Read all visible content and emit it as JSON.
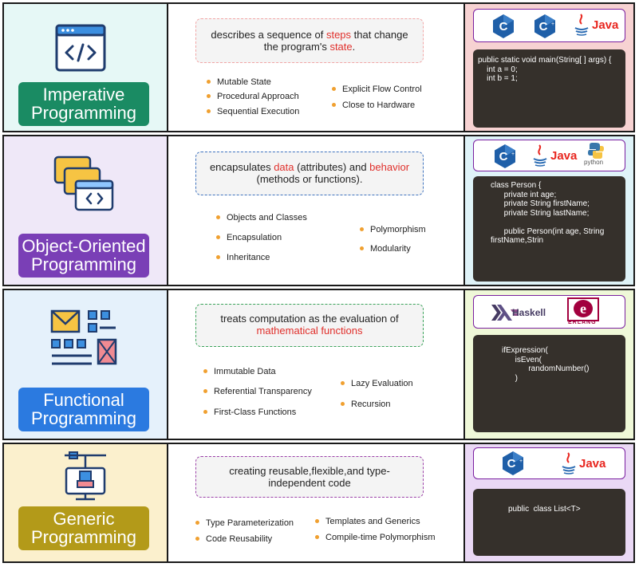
{
  "colors": {
    "imperative_bg": "#e6f8f6",
    "imperative_badge": "#1a8b63",
    "imperative_code_bg": "#f7d2d2",
    "oop_bg": "#efe8f8",
    "oop_badge": "#7a3fb6",
    "oop_code_bg": "#dff3f8",
    "functional_bg": "#e5f1fb",
    "functional_badge": "#2b7ae0",
    "functional_code_bg": "#eff8d8",
    "generic_bg": "#fbf0cd",
    "generic_badge": "#b39a19",
    "generic_code_bg": "#ead8f5",
    "highlight": "#e0302c",
    "bullet": "#f0a030"
  },
  "rows": [
    {
      "title": "Imperative Programming",
      "icon": "code-window-icon",
      "desc_parts": [
        "describes a sequence of ",
        "steps",
        " that change the program's ",
        "state",
        "."
      ],
      "bullets_left": [
        "Mutable State",
        "Procedural Approach",
        "Sequential Execution"
      ],
      "bullets_right": [
        "Explicit Flow Control",
        "Close to Hardware"
      ],
      "logos": [
        "c-logo",
        "cpp-logo",
        "java-logo"
      ],
      "java_label": "Java",
      "code": "public static void main(String[ ] args) {\n    int a = 0;\n    int b = 1;"
    },
    {
      "title": "Object-Oriented Programming",
      "icon": "stacked-windows-icon",
      "desc_parts": [
        "encapsulates ",
        "data",
        " (attributes) and ",
        "behavior",
        " (methods or functions)."
      ],
      "bullets_left": [
        "Objects and Classes",
        "Encapsulation",
        "Inheritance"
      ],
      "bullets_right": [
        "Polymorphism",
        "Modularity"
      ],
      "logos": [
        "cpp-logo",
        "java-logo",
        "python-logo"
      ],
      "java_label": "Java",
      "python_label": "python",
      "code": "class Person {\n      private int age;\n      private String firstName;\n      private String lastName;\n\n      public Person(int age, String\nfirstName,Strin"
    },
    {
      "title": "Functional Programming",
      "icon": "function-blocks-icon",
      "desc_parts": [
        "treats computation as the evaluation of ",
        "mathematical functions",
        ""
      ],
      "bullets_left": [
        "Immutable Data",
        "Referential Transparency",
        "First-Class Functions"
      ],
      "bullets_right": [
        "Lazy Evaluation",
        "Recursion"
      ],
      "logos": [
        "haskell-logo",
        "erlang-logo"
      ],
      "haskell_label": "Haskell",
      "erlang_label": "ERLANG",
      "code": "ifExpression(\n      isEven(\n            randomNumber()\n      )"
    },
    {
      "title": "Generic Programming",
      "icon": "monitor-tool-icon",
      "desc_parts": [
        "creating reusable,flexible,and type-independent code",
        "",
        ""
      ],
      "bullets_left": [
        "Type Parameterization",
        "Code Reusability"
      ],
      "bullets_right": [
        "Templates and Generics",
        "Compile-time Polymorphism"
      ],
      "logos": [
        "cpp-logo",
        "java-logo"
      ],
      "java_label": "Java",
      "code": "public  class List<T>"
    }
  ]
}
